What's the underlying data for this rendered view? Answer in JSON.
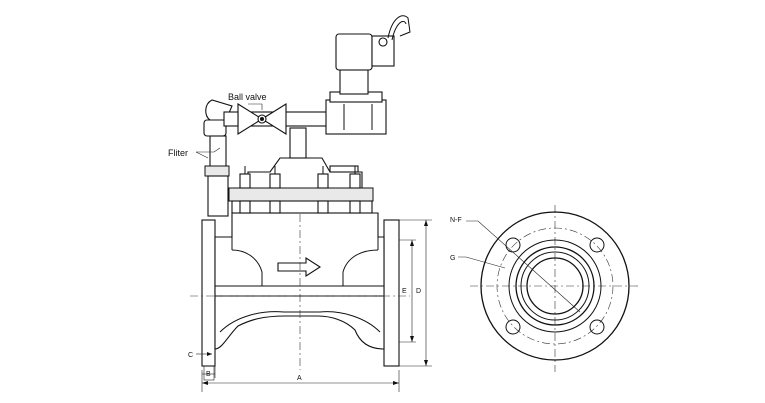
{
  "labels": {
    "ball_valve": "Ball valve",
    "filter": "Fliter",
    "nf": "N-F",
    "g": "G",
    "e": "E",
    "d": "D",
    "a": "A",
    "b": "B",
    "c": "C"
  }
}
